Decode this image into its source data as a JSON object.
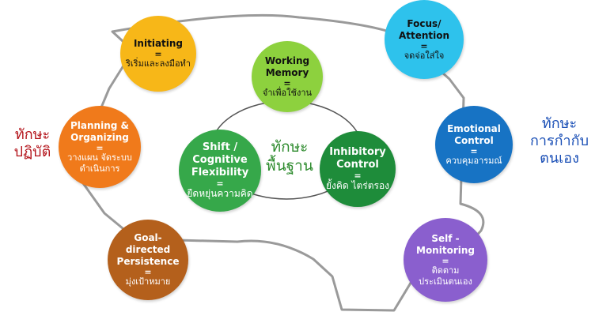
{
  "nodes": [
    {
      "id": "initiating",
      "en": "Initiating",
      "th": "ริเริ่มและลงมือทำ",
      "color": "#F7B718",
      "dark": true
    },
    {
      "id": "planning-organizing",
      "en": "Planning &\nOrganizing",
      "th": "วางแผน จัดระบบ\nดำเนินการ",
      "color": "#F07A1B",
      "dark": false
    },
    {
      "id": "goal-directed-persistence",
      "en": "Goal-directed\nPersistence",
      "th": "มุ่งเป้าหมาย",
      "color": "#B4601C",
      "dark": false
    },
    {
      "id": "working-memory",
      "en": "Working\nMemory",
      "th": "จำเพื่อใช้งาน",
      "color": "#8DD13E",
      "dark": true
    },
    {
      "id": "shift-cognitive-flexibility",
      "en": "Shift /\nCognitive\nFlexibility",
      "th": "ยืดหยุ่นความคิด",
      "color": "#36A84A",
      "dark": false
    },
    {
      "id": "inhibitory-control",
      "en": "Inhibitory\nControl",
      "th": "ยั้งคิด ไตร่ตรอง",
      "color": "#1E8C3A",
      "dark": false
    },
    {
      "id": "focus-attention",
      "en": "Focus/\nAttention",
      "th": "จดจ่อใส่ใจ",
      "color": "#2EC2EC",
      "dark": true
    },
    {
      "id": "emotional-control",
      "en": "Emotional\nControl",
      "th": "ควบคุมอารมณ์",
      "color": "#1773C4",
      "dark": false
    },
    {
      "id": "self-monitoring",
      "en": "Self -\nMonitoring",
      "th": "ติดตาม\nประเมินตนเอง",
      "color": "#8A5FCE",
      "dark": false
    }
  ],
  "equals_sign": "=",
  "center_label": {
    "text": "ทักษะ\nพื้นฐาน",
    "color": "#2E8B2E"
  },
  "left_label": {
    "text": "ทักษะ\nปฏิบัติ",
    "color": "#B3131A"
  },
  "right_label": {
    "text": "ทักษะ\nการกำกับ\nตนเอง",
    "color": "#1A4FB6"
  }
}
